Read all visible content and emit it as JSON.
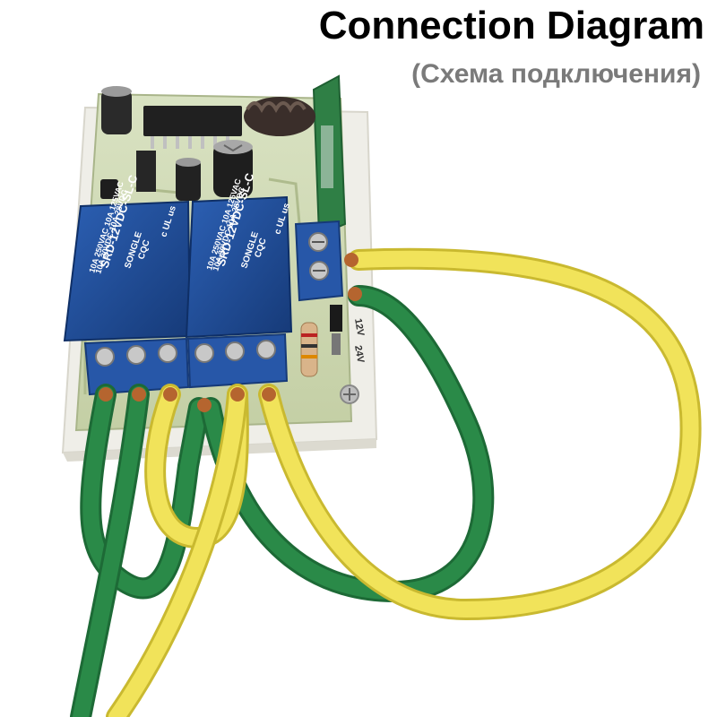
{
  "header": {
    "title": "Connection Diagram",
    "subtitle": "(Схема подключения)"
  },
  "relays": [
    {
      "brand": "SONGLE",
      "model": "SRD-12VDC-SL-C",
      "rating_line_1": "10A 250VAC  10A 125VAC",
      "rating_line_2": "10A 30VDC  10A 28VDC",
      "cert_1": "CQC",
      "cert_2": "c UL us"
    },
    {
      "brand": "SONGLE",
      "model": "SRD-12VDC-SL-C",
      "rating_line_1": "10A 250VAC  10A 125VAC",
      "rating_line_2": "10A 30VDC  10A 28VDC",
      "cert_1": "CQC",
      "cert_2": "c UL us"
    }
  ],
  "jumper": {
    "label_12v": "12V",
    "label_24v": "24V"
  },
  "colors": {
    "pcb": "#cfd9b4",
    "pcb_shadow": "#b8c49a",
    "case": "#efeee8",
    "relay_blue": "#1f4f9c",
    "relay_blue_dark": "#163a78",
    "terminal_blue": "#2757a8",
    "wire_green": "#2a8a48",
    "wire_green_dark": "#1d6a36",
    "wire_yellow": "#f1e35a",
    "wire_yellow_dark": "#c9b930",
    "copper": "#b5652f"
  }
}
